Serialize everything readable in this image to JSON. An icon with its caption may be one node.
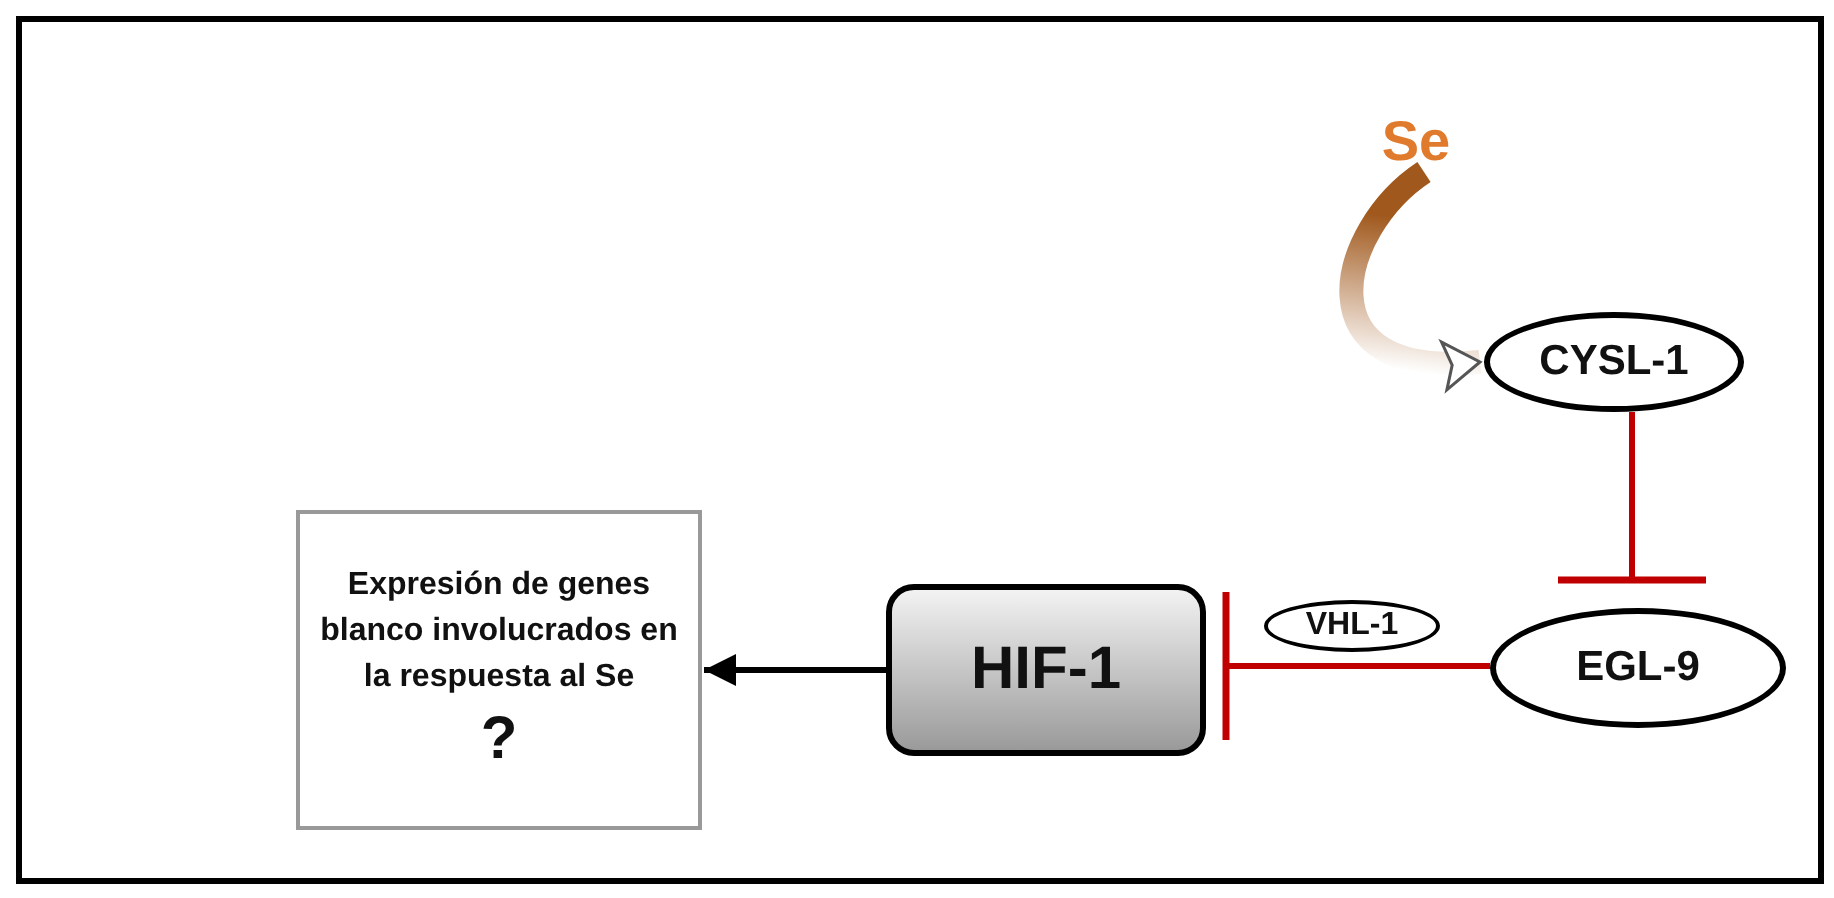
{
  "diagram": {
    "nodes": [
      {
        "text": [
          "Se"
        ]
      },
      {
        "text": [
          "CYSL-1"
        ]
      },
      {
        "text": [
          "EGL-9"
        ]
      },
      {
        "text": [
          "VHL-1"
        ]
      },
      {
        "text": [
          "HIF-1"
        ]
      },
      {
        "text": [
          "Expresión de genes blanco involucrados en la respuesta al Se",
          "?"
        ]
      }
    ],
    "edges": [
      {
        "from": 0,
        "to": 1,
        "arrow": "to",
        "style": "thick",
        "color": "#a0581c"
      },
      {
        "from": 1,
        "to": 2,
        "arrow": "other",
        "color": "#c00000"
      },
      {
        "from": 2,
        "to": 4,
        "arrow": "other",
        "color": "#c00000"
      },
      {
        "from": 4,
        "to": 5,
        "arrow": "to",
        "color": "#000000"
      }
    ]
  }
}
